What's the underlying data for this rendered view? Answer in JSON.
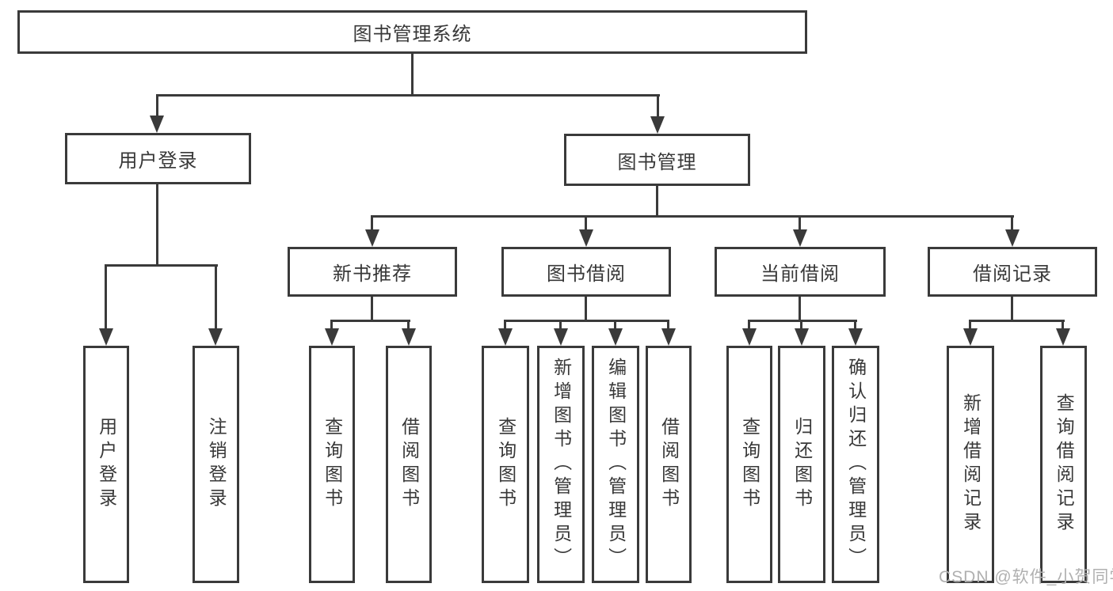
{
  "diagram": {
    "type": "tree",
    "title": "图书管理系统"
  },
  "tree": {
    "root": "图书管理系统",
    "branches": [
      {
        "label": "用户登录",
        "children": [
          "用户登录",
          "注销登录"
        ]
      },
      {
        "label": "图书管理",
        "children": [
          {
            "label": "新书推荐",
            "children": [
              "查询图书",
              "借阅图书"
            ]
          },
          {
            "label": "图书借阅",
            "children": [
              "查询图书",
              "新增图书（管理员）",
              "编辑图书（管理员）",
              "借阅图书"
            ]
          },
          {
            "label": "当前借阅",
            "children": [
              "查询图书",
              "归还图书",
              "确认归还（管理员）"
            ]
          },
          {
            "label": "借阅记录",
            "children": [
              "新增借阅记录",
              "查询借阅记录"
            ]
          }
        ]
      }
    ]
  },
  "watermark": {
    "text": "CSDN @软件_小贺同学"
  },
  "colors": {
    "line": "#3a3a3a",
    "box_border": "#3a3a3a",
    "text": "#383838",
    "background": "#ffffff",
    "watermark": "#b0b0b0"
  }
}
